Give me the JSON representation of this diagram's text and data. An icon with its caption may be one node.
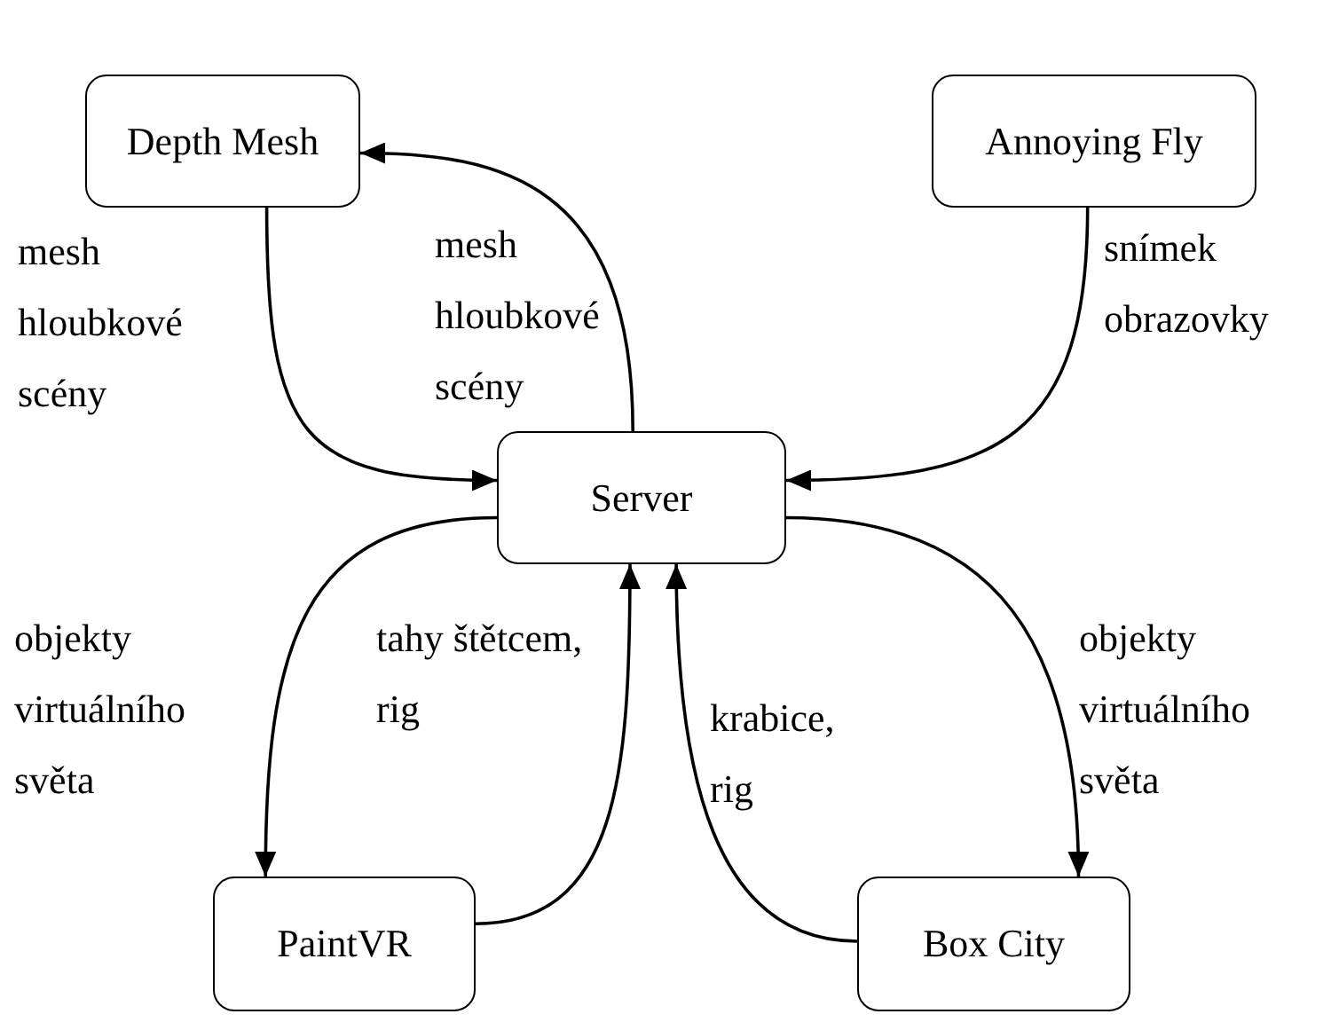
{
  "diagram": {
    "nodes": [
      {
        "text": [
          "Depth Mesh"
        ]
      },
      {
        "text": [
          "Annoying Fly"
        ]
      },
      {
        "text": [
          "Server"
        ]
      },
      {
        "text": [
          "PaintVR"
        ]
      },
      {
        "text": [
          "Box City"
        ]
      }
    ],
    "edges": [
      {
        "from": 0,
        "to": 2,
        "arrow": "to",
        "label": "mesh hloubkové scény"
      },
      {
        "from": 2,
        "to": 0,
        "arrow": "to",
        "label": "mesh hloubkové scény"
      },
      {
        "from": 1,
        "to": 2,
        "arrow": "to",
        "label": "snímek obrazovky"
      },
      {
        "from": 2,
        "to": 3,
        "arrow": "to",
        "label": "objekty virtuálního světa"
      },
      {
        "from": 3,
        "to": 2,
        "arrow": "to",
        "label": "tahy štětcem, rig"
      },
      {
        "from": 4,
        "to": 2,
        "arrow": "to",
        "label": "krabice, rig"
      },
      {
        "from": 2,
        "to": 4,
        "arrow": "to",
        "label": "objekty virtuálního světa"
      }
    ]
  }
}
